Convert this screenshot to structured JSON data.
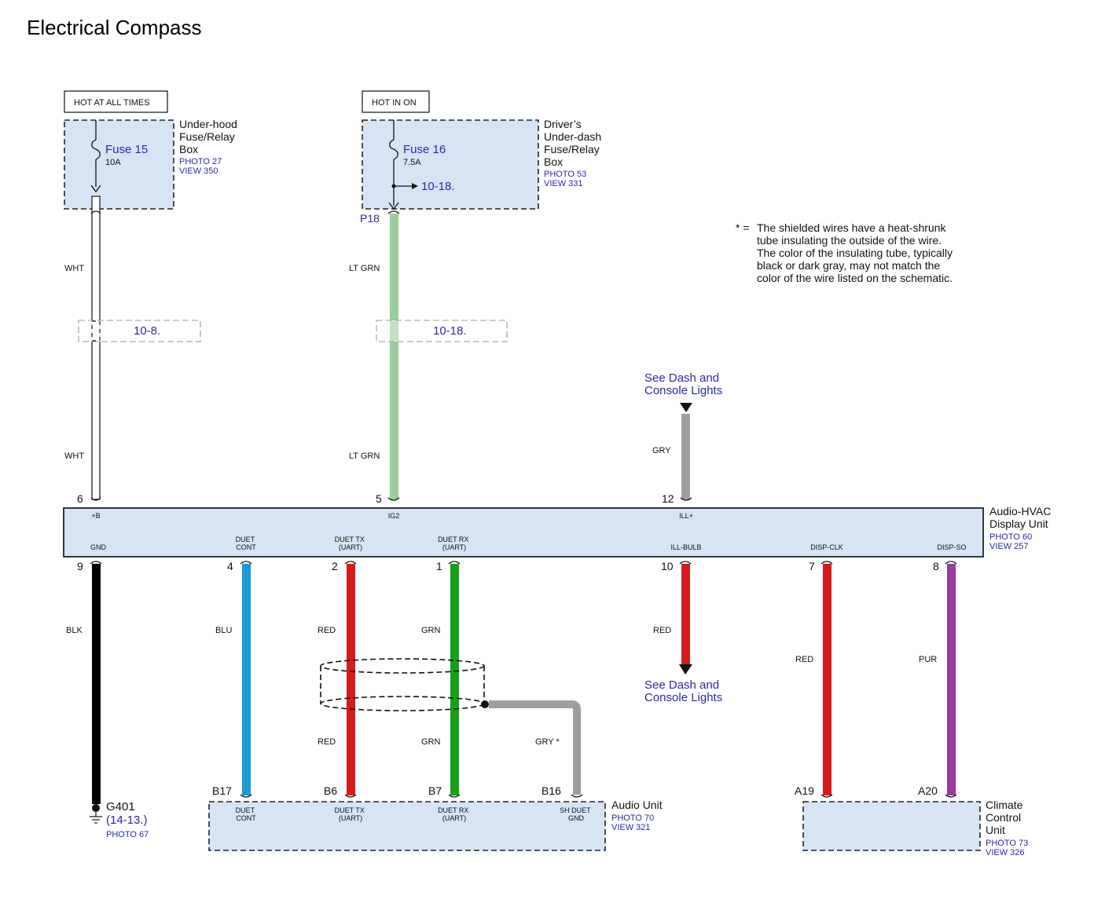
{
  "title": "Electrical Compass",
  "note": {
    "marker": "* =",
    "lines": [
      "The shielded wires have a heat-shrunk",
      "tube insulating the outside of the wire.",
      "The color of the insulating tube, typically",
      "black or dark gray, may not match the",
      "color of the wire listed on the schematic."
    ]
  },
  "power_sources": [
    {
      "hot_label": "HOT AT ALL TIMES",
      "fuse": "Fuse 15",
      "rating": "10A",
      "box_name": [
        "Under-hood",
        "Fuse/Relay",
        "Box"
      ],
      "photo": "PHOTO 27",
      "view": "VIEW 350"
    },
    {
      "hot_label": "HOT IN ON",
      "fuse": "Fuse 16",
      "rating": "7.5A",
      "box_name": [
        "Driver’s",
        "Under-dash",
        "Fuse/Relay",
        "Box"
      ],
      "photo": "PHOTO 53",
      "view": "VIEW 331",
      "branch_ref": "10-18.",
      "connector": "P18"
    }
  ],
  "page_refs": [
    "10-8.",
    "10-18."
  ],
  "dash_lights": {
    "top": [
      "See Dash and",
      "Console Lights"
    ],
    "bottom": [
      "See Dash and",
      "Console Lights"
    ]
  },
  "display_unit": {
    "name": [
      "Audio-HVAC",
      "Display Unit"
    ],
    "photo": "PHOTO 60",
    "view": "VIEW 257",
    "top_pins": [
      {
        "num": "6",
        "label": "+B",
        "wire": "WHT",
        "color": "#ffffff"
      },
      {
        "num": "5",
        "label": "IG2",
        "wire": "LT GRN",
        "color": "#9acd9a"
      },
      {
        "num": "12",
        "label": "ILL+",
        "wire": "GRY",
        "color": "#9e9e9e"
      }
    ],
    "bottom_pins": [
      {
        "num": "9",
        "label": [
          "GND"
        ],
        "wire": "BLK",
        "color": "#000000"
      },
      {
        "num": "4",
        "label": [
          "DUET",
          "CONT"
        ],
        "wire": "BLU",
        "color": "#1a9ad0"
      },
      {
        "num": "2",
        "label": [
          "DUET TX",
          "(UART)"
        ],
        "wire": "RED",
        "color": "#d41c1c"
      },
      {
        "num": "1",
        "label": [
          "DUET RX",
          "(UART)"
        ],
        "wire": "GRN",
        "color": "#16a016"
      },
      {
        "num": "10",
        "label": [
          "ILL-BULB"
        ],
        "wire": "RED",
        "color": "#d41c1c"
      },
      {
        "num": "7",
        "label": [
          "DISP-CLK"
        ],
        "wire": "RED",
        "color": "#d41c1c"
      },
      {
        "num": "8",
        "label": [
          "DISP-SO"
        ],
        "wire": "PUR",
        "color": "#953b9c"
      }
    ]
  },
  "wire_labels_lower": {
    "red": "RED",
    "grn": "GRN",
    "shield": "GRY *"
  },
  "ground": {
    "name": "G401",
    "ref": "(14-13.)",
    "photo": "PHOTO 67"
  },
  "audio_unit": {
    "name": [
      "Audio Unit"
    ],
    "photo": "PHOTO 70",
    "view": "VIEW 321",
    "pins": [
      {
        "num": "B17",
        "label": [
          "DUET",
          "CONT"
        ]
      },
      {
        "num": "B6",
        "label": [
          "DUET TX",
          "(UART)"
        ]
      },
      {
        "num": "B7",
        "label": [
          "DUET RX",
          "(UART)"
        ]
      },
      {
        "num": "B16",
        "label": [
          "SH DUET",
          "GND"
        ]
      }
    ]
  },
  "climate_unit": {
    "name": [
      "Climate",
      "Control",
      "Unit"
    ],
    "photo": "PHOTO 73",
    "view": "VIEW 326",
    "pins": [
      {
        "num": "A19"
      },
      {
        "num": "A20"
      }
    ]
  }
}
